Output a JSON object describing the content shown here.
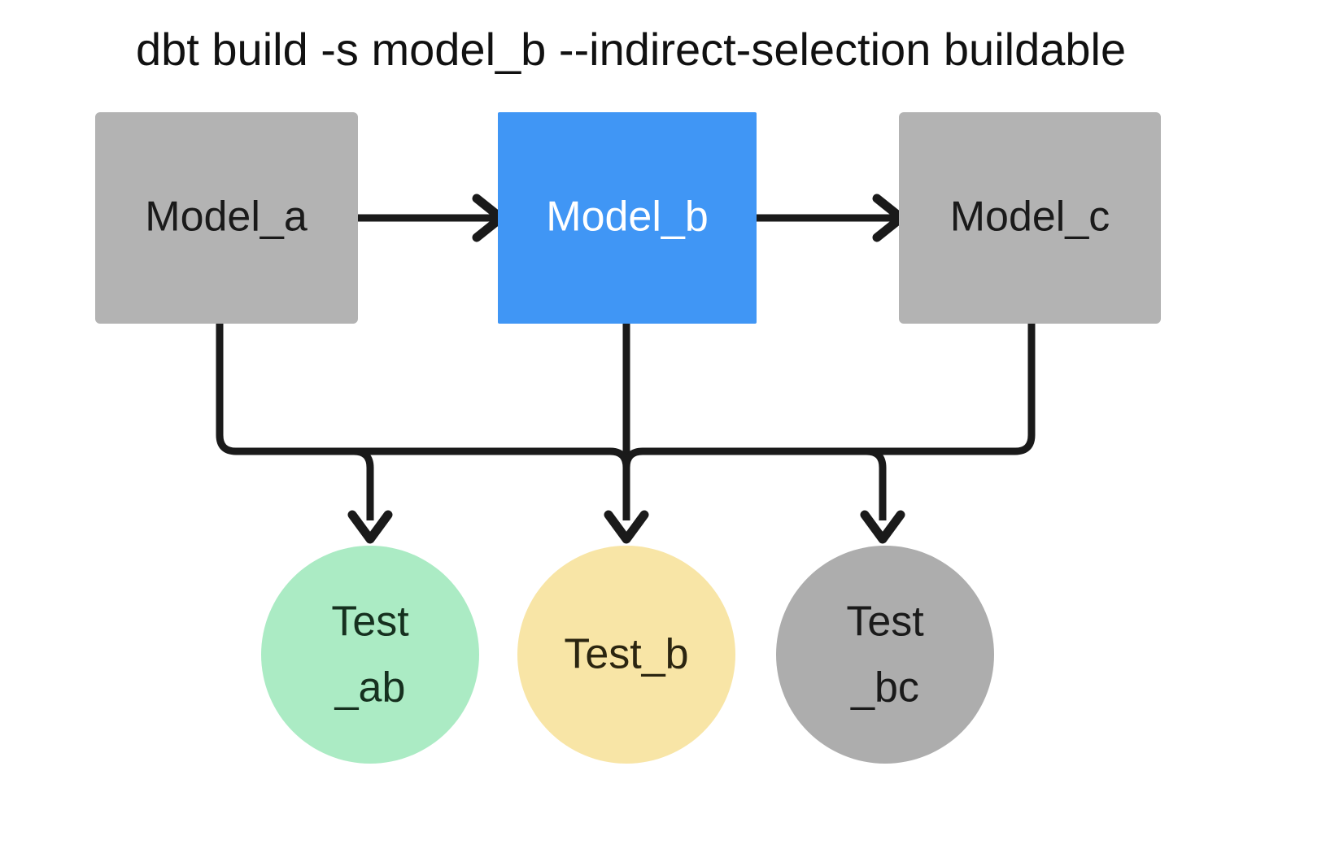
{
  "diagram": {
    "title": "dbt build -s model_b --indirect-selection buildable",
    "background_color": "#ffffff",
    "edge_color": "#1a1a1a",
    "models": [
      {
        "id": "model_a",
        "label": "Model_a",
        "shape": "rectangle",
        "fill": "#b3b3b3",
        "text_color": "#1a1a1a",
        "selected": false
      },
      {
        "id": "model_b",
        "label": "Model_b",
        "shape": "rectangle",
        "fill": "#4096f5",
        "text_color": "#ffffff",
        "selected": true
      },
      {
        "id": "model_c",
        "label": "Model_c",
        "shape": "rectangle",
        "fill": "#b3b3b3",
        "text_color": "#1a1a1a",
        "selected": false
      }
    ],
    "tests": [
      {
        "id": "test_ab",
        "label_lines": [
          "Test",
          "_ab"
        ],
        "shape": "circle",
        "fill": "#abebc4",
        "text_color": "#16301f",
        "status": "selected-green"
      },
      {
        "id": "test_b",
        "label_lines": [
          "Test_b"
        ],
        "shape": "circle",
        "fill": "#f8e5a6",
        "text_color": "#2b2510",
        "status": "selected-amber"
      },
      {
        "id": "test_bc",
        "label_lines": [
          "Test",
          "_bc"
        ],
        "shape": "circle",
        "fill": "#adadad",
        "text_color": "#1a1a1a",
        "status": "not-selected-gray"
      }
    ],
    "edges": [
      {
        "id": "edge-model-a-to-model-b",
        "from": "model_a",
        "to": "model_b",
        "kind": "arrow-right"
      },
      {
        "id": "edge-model-b-to-model-c",
        "from": "model_b",
        "to": "model_c",
        "kind": "arrow-right"
      },
      {
        "id": "edge-model-a-to-test-ab",
        "from": "model_a",
        "to": "test_ab",
        "kind": "elbow-down"
      },
      {
        "id": "edge-model-b-to-test-ab",
        "from": "model_b",
        "to": "test_ab",
        "kind": "elbow-down"
      },
      {
        "id": "edge-model-b-to-test-b",
        "from": "model_b",
        "to": "test_b",
        "kind": "straight-down"
      },
      {
        "id": "edge-model-b-to-test-bc",
        "from": "model_b",
        "to": "test_bc",
        "kind": "elbow-down"
      },
      {
        "id": "edge-model-c-to-test-bc",
        "from": "model_c",
        "to": "test_bc",
        "kind": "elbow-down"
      }
    ]
  }
}
